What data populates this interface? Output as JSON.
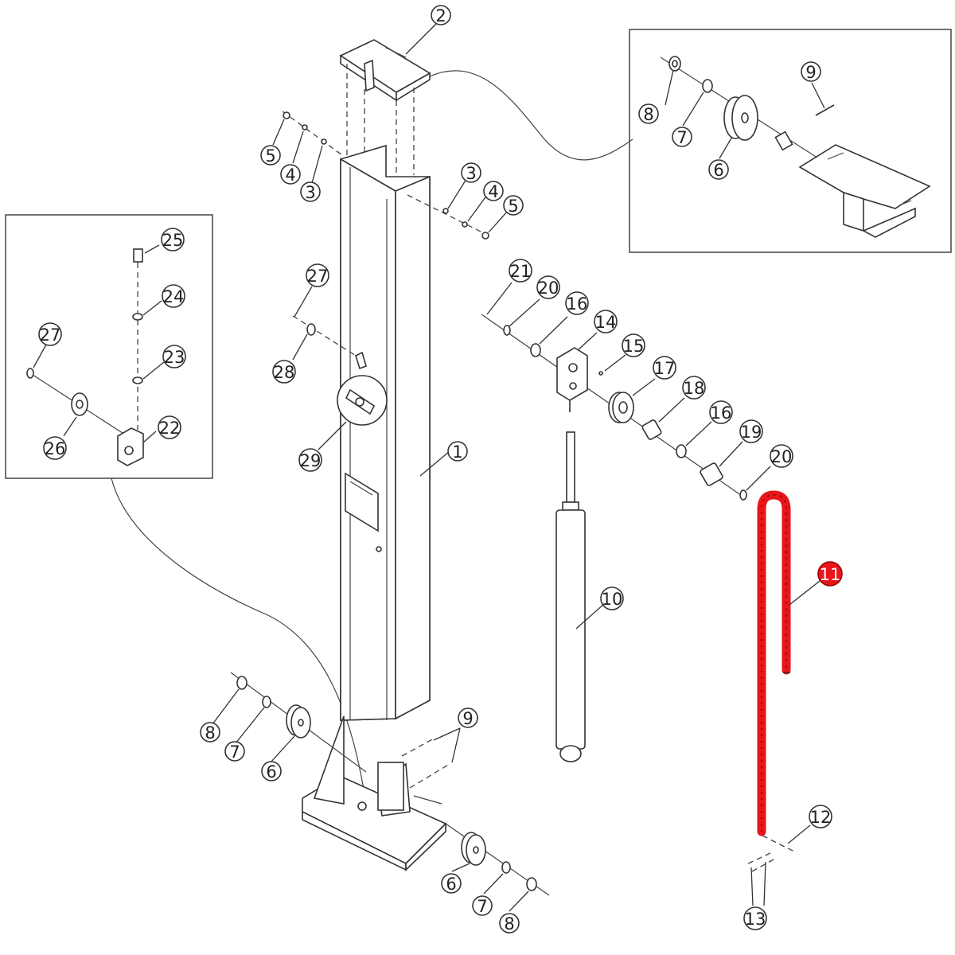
{
  "colors": {
    "line": "#333333",
    "highlight": "#e8151b",
    "background": "#ffffff"
  },
  "callouts": [
    {
      "id": "c2",
      "label": "2"
    },
    {
      "id": "c9-top",
      "label": "9"
    },
    {
      "id": "c8-top",
      "label": "8"
    },
    {
      "id": "c7-top",
      "label": "7"
    },
    {
      "id": "c6-top",
      "label": "6"
    },
    {
      "id": "c5-left",
      "label": "5"
    },
    {
      "id": "c4-left",
      "label": "4"
    },
    {
      "id": "c3-left",
      "label": "3"
    },
    {
      "id": "c3-right",
      "label": "3"
    },
    {
      "id": "c4-right",
      "label": "4"
    },
    {
      "id": "c5-right",
      "label": "5"
    },
    {
      "id": "c25",
      "label": "25"
    },
    {
      "id": "c24",
      "label": "24"
    },
    {
      "id": "c27-left",
      "label": "27"
    },
    {
      "id": "c23",
      "label": "23"
    },
    {
      "id": "c22",
      "label": "22"
    },
    {
      "id": "c26",
      "label": "26"
    },
    {
      "id": "c27-mid",
      "label": "27"
    },
    {
      "id": "c28",
      "label": "28"
    },
    {
      "id": "c29",
      "label": "29"
    },
    {
      "id": "c1",
      "label": "1"
    },
    {
      "id": "c21",
      "label": "21"
    },
    {
      "id": "c20-top",
      "label": "20"
    },
    {
      "id": "c16-top",
      "label": "16"
    },
    {
      "id": "c14",
      "label": "14"
    },
    {
      "id": "c15",
      "label": "15"
    },
    {
      "id": "c17",
      "label": "17"
    },
    {
      "id": "c18",
      "label": "18"
    },
    {
      "id": "c16-bot",
      "label": "16"
    },
    {
      "id": "c19",
      "label": "19"
    },
    {
      "id": "c20-bot",
      "label": "20"
    },
    {
      "id": "c11",
      "label": "11"
    },
    {
      "id": "c10",
      "label": "10"
    },
    {
      "id": "c9-bot",
      "label": "9"
    },
    {
      "id": "c8-botleft",
      "label": "8"
    },
    {
      "id": "c7-botleft",
      "label": "7"
    },
    {
      "id": "c6-botleft",
      "label": "6"
    },
    {
      "id": "c6-botright",
      "label": "6"
    },
    {
      "id": "c7-botright",
      "label": "7"
    },
    {
      "id": "c8-botright",
      "label": "8"
    },
    {
      "id": "c12",
      "label": "12"
    },
    {
      "id": "c13",
      "label": "13"
    }
  ]
}
